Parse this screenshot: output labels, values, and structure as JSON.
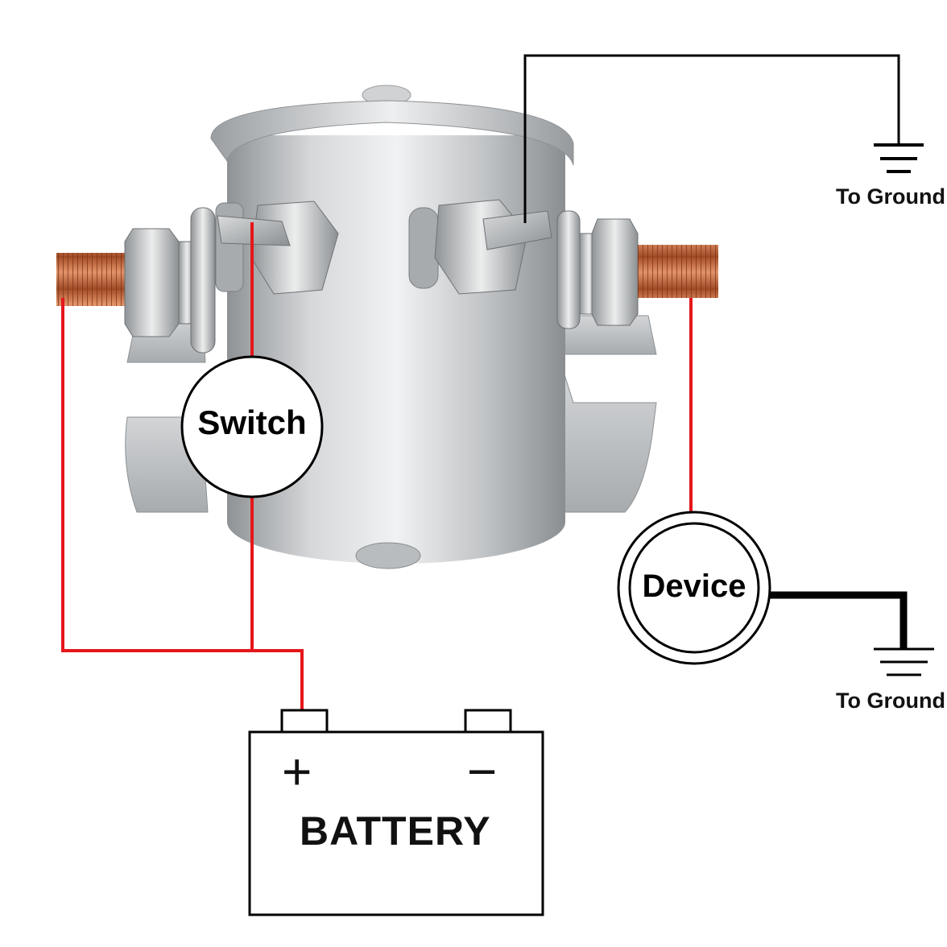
{
  "labels": {
    "switch": "Switch",
    "device": "Device",
    "ground_top": "To Ground",
    "ground_bottom": "To Ground",
    "battery": "BATTERY",
    "battery_plus": "+",
    "battery_minus": "−"
  },
  "colors": {
    "wire_positive": "#e5161b",
    "wire_ground": "#000000",
    "copper_stud": "#c8663a",
    "solenoid_body": "#c9cbcd"
  }
}
